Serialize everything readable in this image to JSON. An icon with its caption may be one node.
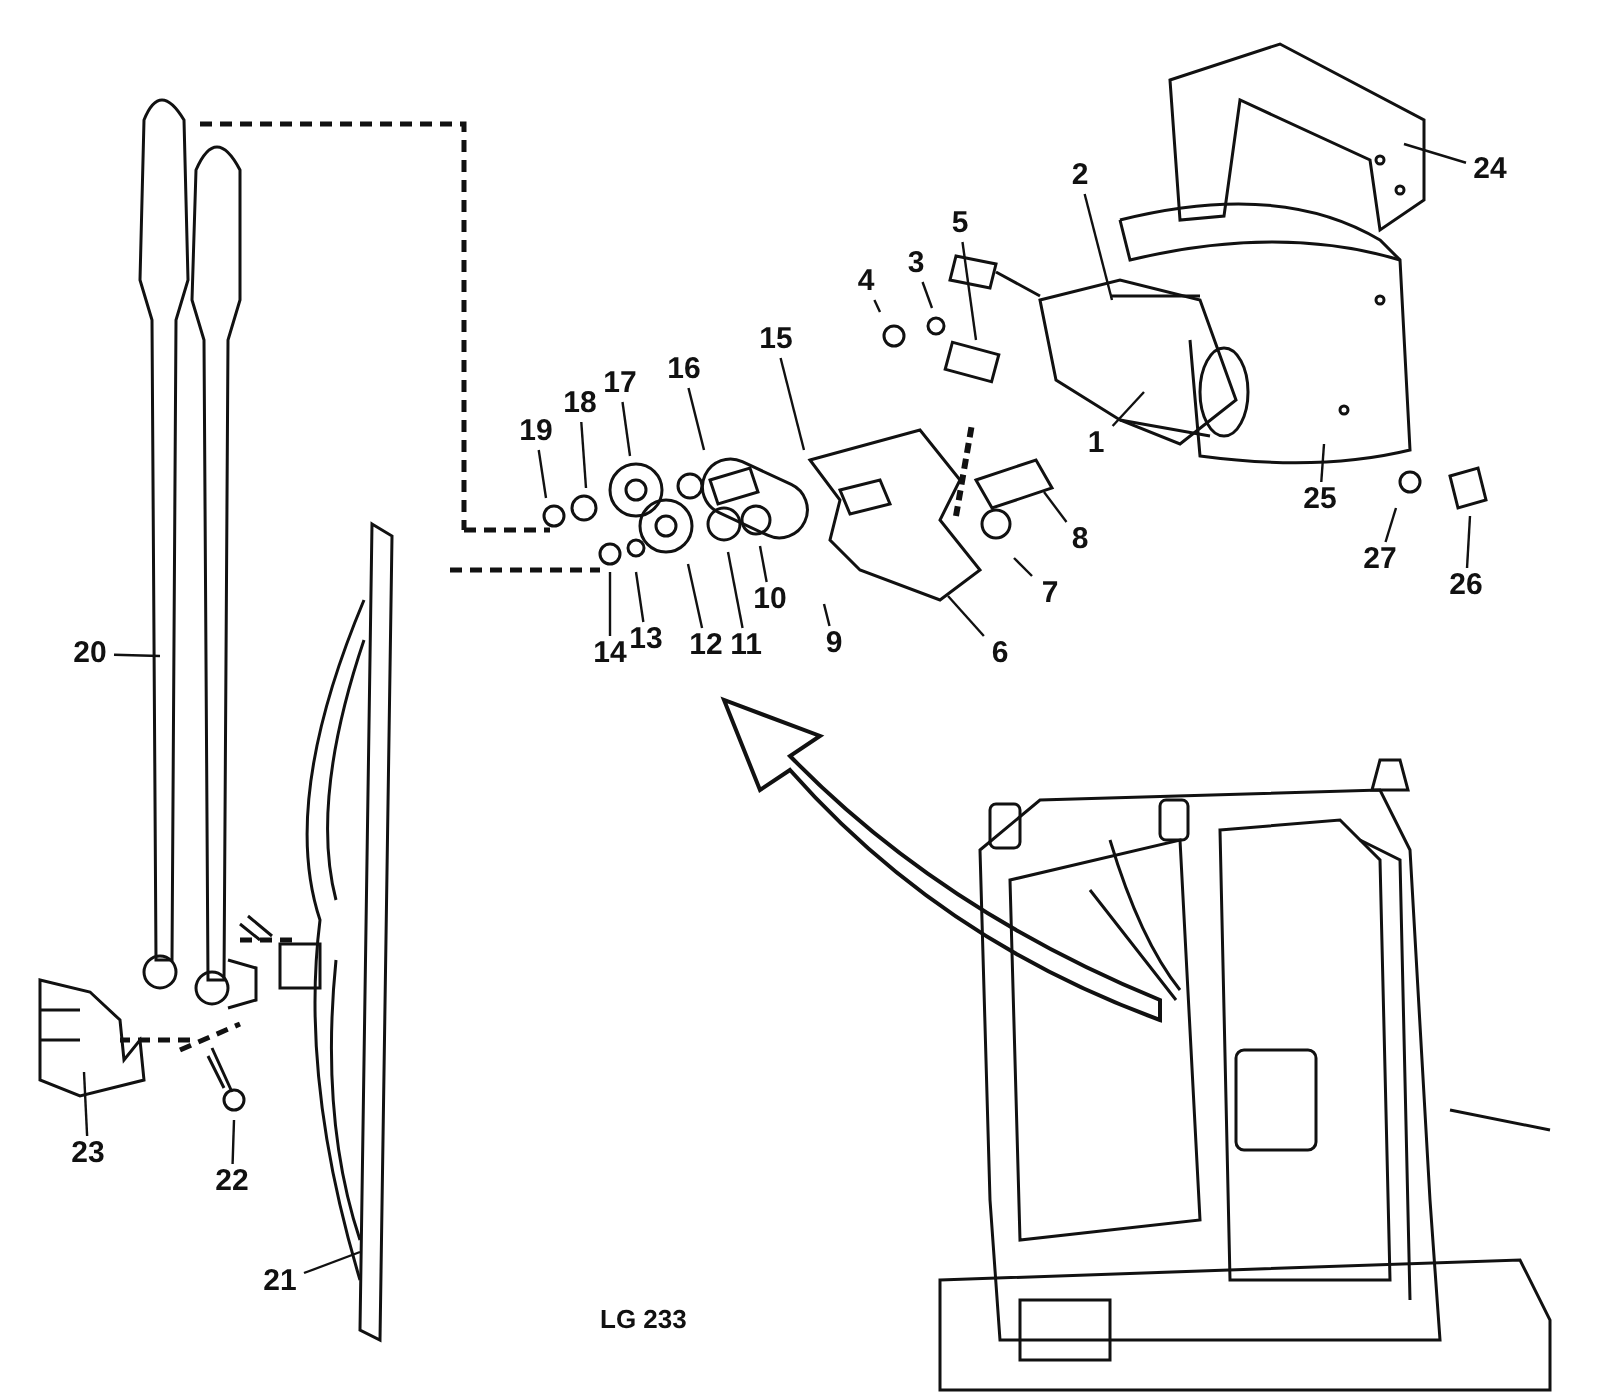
{
  "diagram": {
    "nodes": [
      {
        "text": [
          "1"
        ]
      },
      {
        "text": [
          "2"
        ]
      },
      {
        "text": [
          "3"
        ]
      },
      {
        "text": [
          "4"
        ]
      },
      {
        "text": [
          "5"
        ]
      },
      {
        "text": [
          "6"
        ]
      },
      {
        "text": [
          "7"
        ]
      },
      {
        "text": [
          "8"
        ]
      },
      {
        "text": [
          "9"
        ]
      },
      {
        "text": [
          "10"
        ]
      },
      {
        "text": [
          "11"
        ]
      },
      {
        "text": [
          "12"
        ]
      },
      {
        "text": [
          "13"
        ]
      },
      {
        "text": [
          "14"
        ]
      },
      {
        "text": [
          "15"
        ]
      },
      {
        "text": [
          "16"
        ]
      },
      {
        "text": [
          "17"
        ]
      },
      {
        "text": [
          "18"
        ]
      },
      {
        "text": [
          "19"
        ]
      },
      {
        "text": [
          "20"
        ]
      },
      {
        "text": [
          "21"
        ]
      },
      {
        "text": [
          "22"
        ]
      },
      {
        "text": [
          "23"
        ]
      },
      {
        "text": [
          "24"
        ]
      },
      {
        "text": [
          "25"
        ]
      },
      {
        "text": [
          "26"
        ]
      },
      {
        "text": [
          "27"
        ]
      }
    ],
    "edges": [
      {
        "from": 0,
        "to": null,
        "arrow": "none"
      },
      {
        "from": 1,
        "to": null,
        "arrow": "none"
      },
      {
        "from": 2,
        "to": null,
        "arrow": "none"
      },
      {
        "from": 3,
        "to": null,
        "arrow": "none"
      },
      {
        "from": 4,
        "to": null,
        "arrow": "none"
      },
      {
        "from": 5,
        "to": null,
        "arrow": "none"
      },
      {
        "from": 6,
        "to": null,
        "arrow": "none"
      },
      {
        "from": 7,
        "to": null,
        "arrow": "none"
      },
      {
        "from": 8,
        "to": null,
        "arrow": "none"
      },
      {
        "from": 9,
        "to": null,
        "arrow": "none"
      },
      {
        "from": 10,
        "to": null,
        "arrow": "none"
      },
      {
        "from": 11,
        "to": null,
        "arrow": "none"
      },
      {
        "from": 12,
        "to": null,
        "arrow": "none"
      },
      {
        "from": 13,
        "to": null,
        "arrow": "none"
      },
      {
        "from": 14,
        "to": null,
        "arrow": "none"
      },
      {
        "from": 15,
        "to": null,
        "arrow": "none"
      },
      {
        "from": 16,
        "to": null,
        "arrow": "none"
      },
      {
        "from": 17,
        "to": null,
        "arrow": "none"
      },
      {
        "from": 18,
        "to": null,
        "arrow": "none"
      },
      {
        "from": 19,
        "to": null,
        "arrow": "none"
      },
      {
        "from": 20,
        "to": null,
        "arrow": "none"
      },
      {
        "from": 21,
        "to": null,
        "arrow": "none"
      },
      {
        "from": 22,
        "to": null,
        "arrow": "none"
      },
      {
        "from": 23,
        "to": null,
        "arrow": "none"
      },
      {
        "from": 24,
        "to": null,
        "arrow": "none"
      },
      {
        "from": 25,
        "to": null,
        "arrow": "none"
      },
      {
        "from": 26,
        "to": null,
        "arrow": "none"
      }
    ],
    "labels": [
      "LG 233"
    ]
  }
}
